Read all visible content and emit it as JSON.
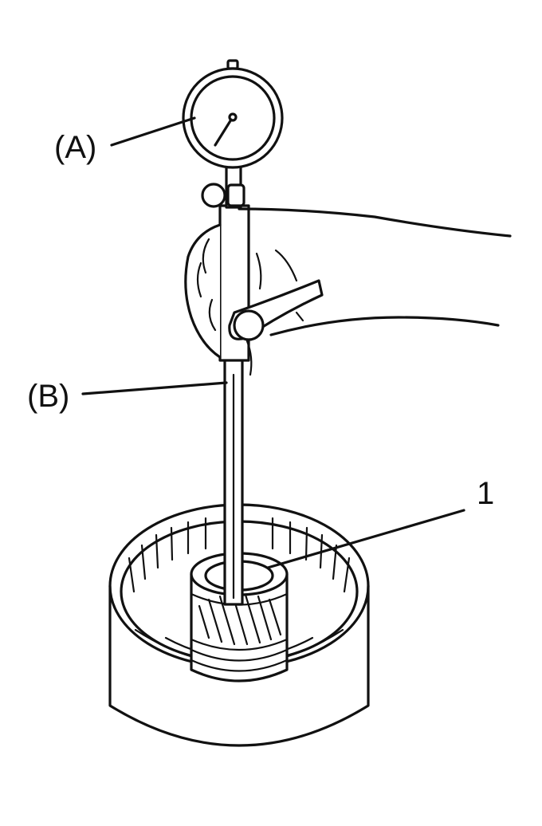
{
  "callouts": {
    "a": "(A)",
    "b": "(B)",
    "one": "1"
  },
  "parts": {
    "dial_gauge": "dial-gauge-icon",
    "bore_gauge": "cylinder-bore-gauge-icon",
    "hand": "hand-icon",
    "drum": "drum-housing-icon",
    "gear": "helical-gear-bushing-icon"
  },
  "colors": {
    "ink": "#111111",
    "paper": "#ffffff"
  }
}
